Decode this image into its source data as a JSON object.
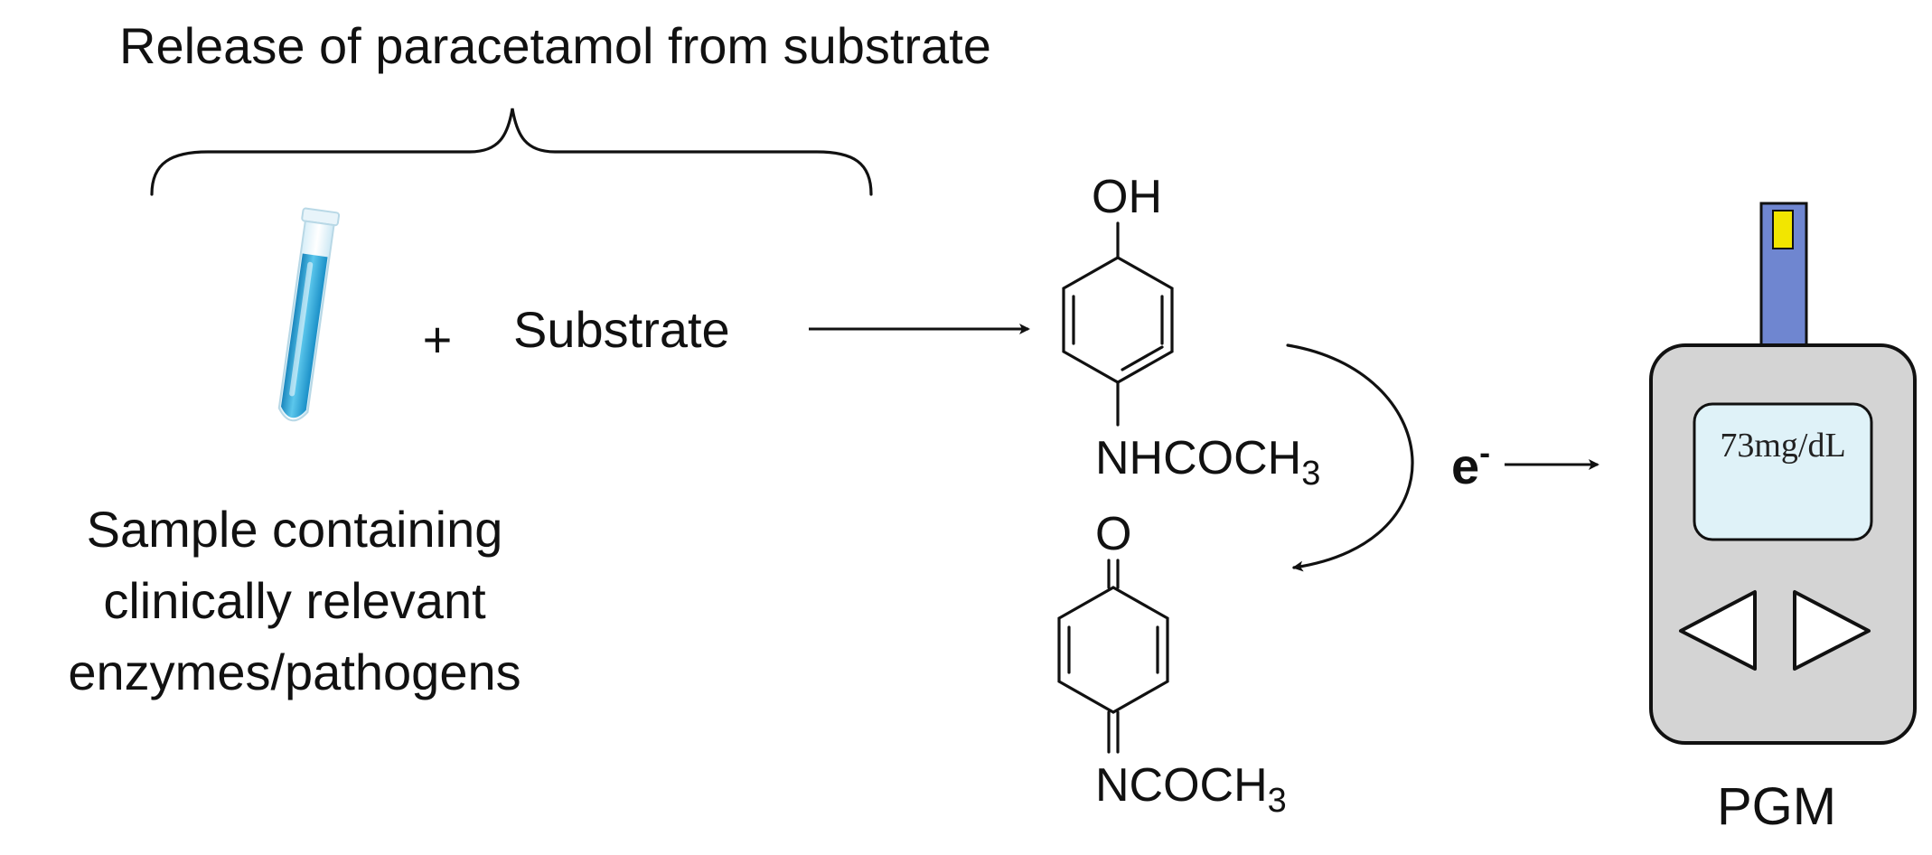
{
  "title": "Release of paracetamol from substrate",
  "sample_label": {
    "line1": "Sample containing",
    "line2": "clinically relevant",
    "line3": "enzymes/pathogens"
  },
  "plus": "+",
  "substrate_label": "Substrate",
  "paracetamol": {
    "top_group": "OH",
    "bottom_group": "NHCOCH",
    "bottom_sub": "3"
  },
  "napqi": {
    "top_group": "O",
    "bottom_group": "NCOCH",
    "bottom_sub": "3"
  },
  "electron": {
    "symbol": "e",
    "charge": "-"
  },
  "pgm": {
    "display_reading": "73mg/dL",
    "label": "PGM",
    "left_button_icon": "triangle-left-icon",
    "right_button_icon": "triangle-right-icon"
  },
  "colors": {
    "tube_blue": "#2aa5d6",
    "meter_body": "#d4d4d4",
    "meter_screen": "#dff2f8",
    "strip": "#6f86d0",
    "strip_tip": "#f2e600"
  }
}
